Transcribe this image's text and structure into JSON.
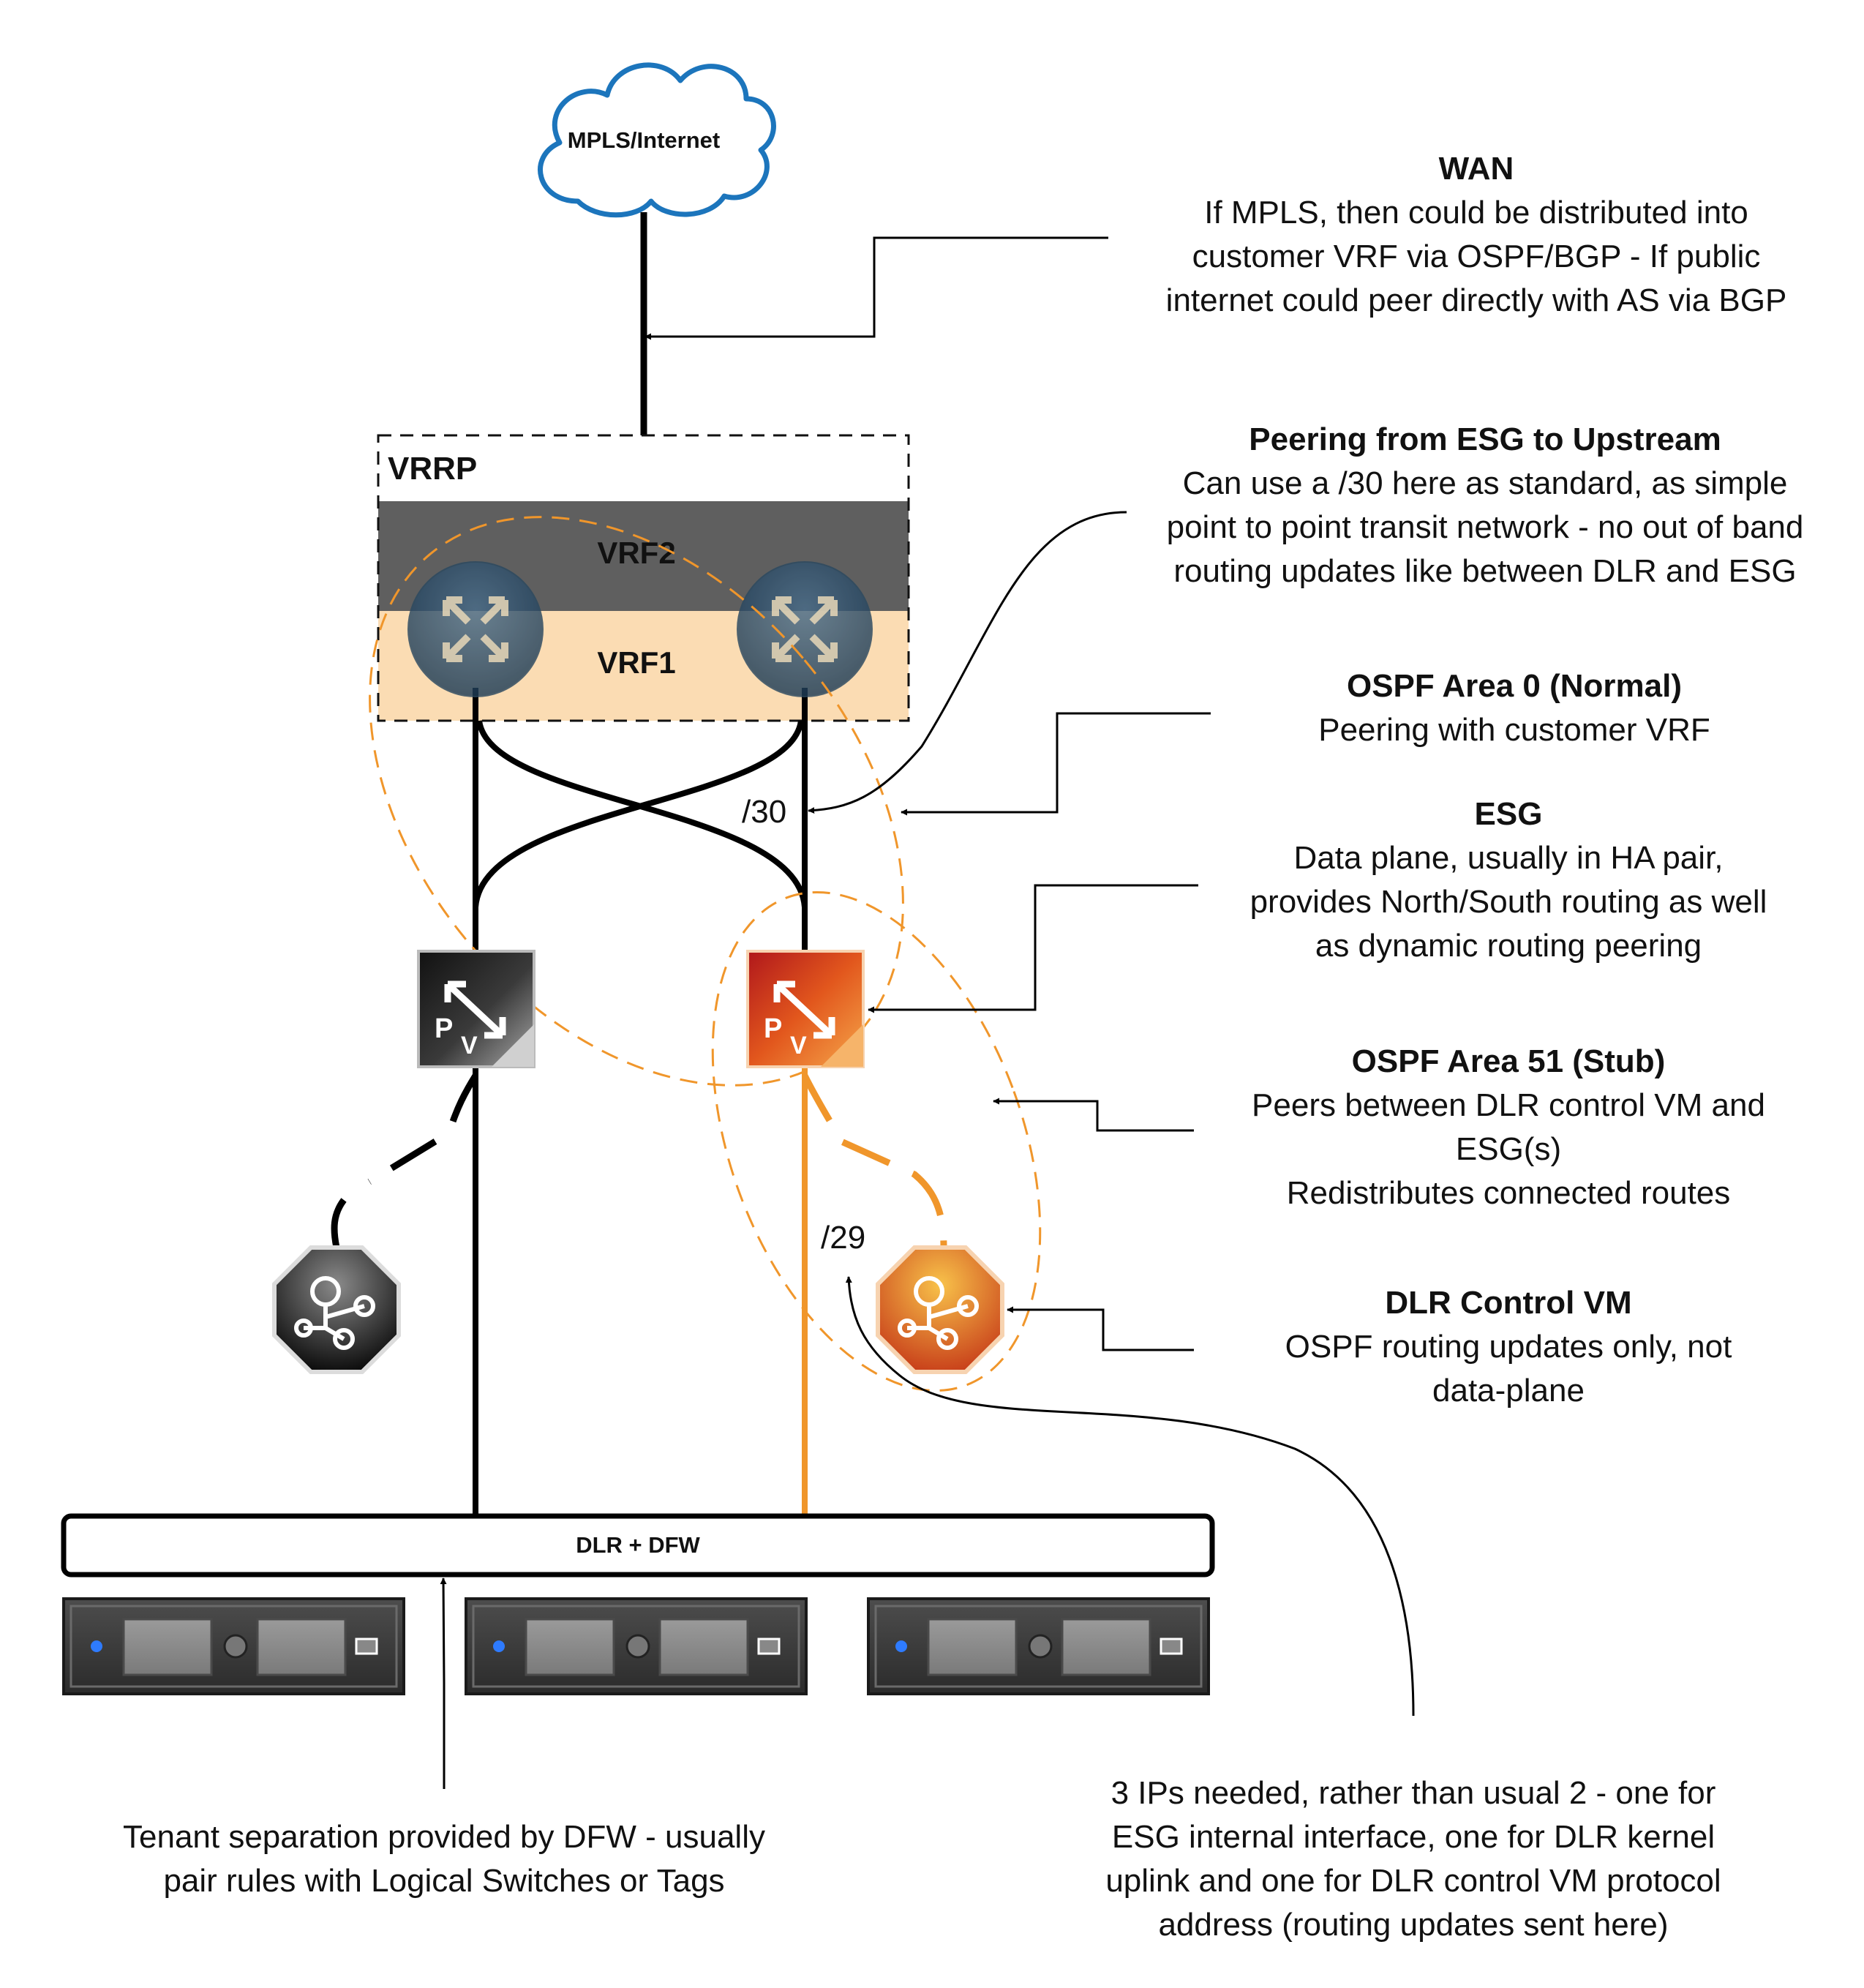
{
  "cloud": {
    "label": "MPLS/Internet"
  },
  "vrrp": {
    "label": "VRRP",
    "vrf2": "VRF2",
    "vrf1": "VRF1"
  },
  "links": {
    "transit": "/30",
    "internal": "/29"
  },
  "dlr_bar": {
    "label": "DLR + DFW"
  },
  "annotations": {
    "wan": {
      "title": "WAN",
      "lines": [
        "If MPLS, then could be distributed into",
        "customer VRF via OSPF/BGP - If public",
        "internet could peer directly with AS via BGP"
      ]
    },
    "peering": {
      "title": "Peering from ESG to Upstream",
      "lines": [
        "Can use a /30 here as standard, as simple",
        "point to point transit network - no out of band",
        "routing updates like between DLR and ESG"
      ]
    },
    "ospf0": {
      "title": "OSPF Area 0 (Normal)",
      "lines": [
        "Peering with customer VRF"
      ]
    },
    "esg": {
      "title": "ESG",
      "lines": [
        "Data plane, usually in HA pair,",
        "provides North/South routing as well",
        "as dynamic routing peering"
      ]
    },
    "ospf51": {
      "title": "OSPF Area 51 (Stub)",
      "lines": [
        "Peers between DLR control VM and",
        "ESG(s)",
        "Redistributes connected routes"
      ]
    },
    "dlrvm": {
      "title": "DLR Control VM",
      "lines": [
        "OSPF routing updates only, not",
        "data-plane"
      ]
    },
    "tenant": {
      "lines": [
        "Tenant separation provided by DFW - usually",
        "pair rules with Logical Switches or Tags"
      ]
    },
    "ips": {
      "lines": [
        "3 IPs needed, rather than usual 2 - one for",
        "ESG internal interface, one for DLR kernel",
        "uplink and one for DLR control VM protocol",
        "address (routing updates sent here)"
      ]
    }
  },
  "icons": {
    "cloud": "cloud-icon",
    "router": "router-icon",
    "esg": "esg-icon",
    "dlr_control_vm": "dlr-control-vm-icon",
    "server": "server-icon"
  },
  "colors": {
    "accent_orange": "#f0962b",
    "cloud_stroke": "#1c75bc",
    "vrf2_fill": "#5f5f5f",
    "vrf1_fill": "#fbdcb3"
  }
}
